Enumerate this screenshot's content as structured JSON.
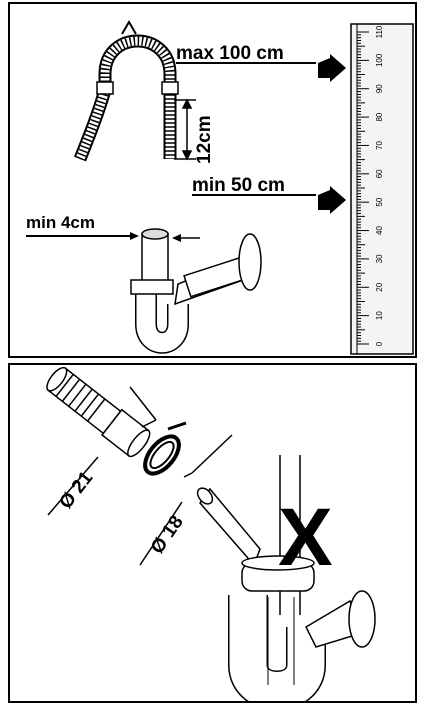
{
  "top": {
    "max_label": "max 100 cm",
    "min50_label": "min 50 cm",
    "hose_label": "12cm",
    "min4_label": "min 4cm",
    "ruler_ticks": [
      "110",
      "100",
      "90",
      "80",
      "70",
      "60",
      "50",
      "40",
      "30",
      "20",
      "10",
      "0"
    ]
  },
  "bottom": {
    "d21_label": "Ø 21",
    "d18_label": "Ø 18",
    "cross_mark": "X"
  }
}
